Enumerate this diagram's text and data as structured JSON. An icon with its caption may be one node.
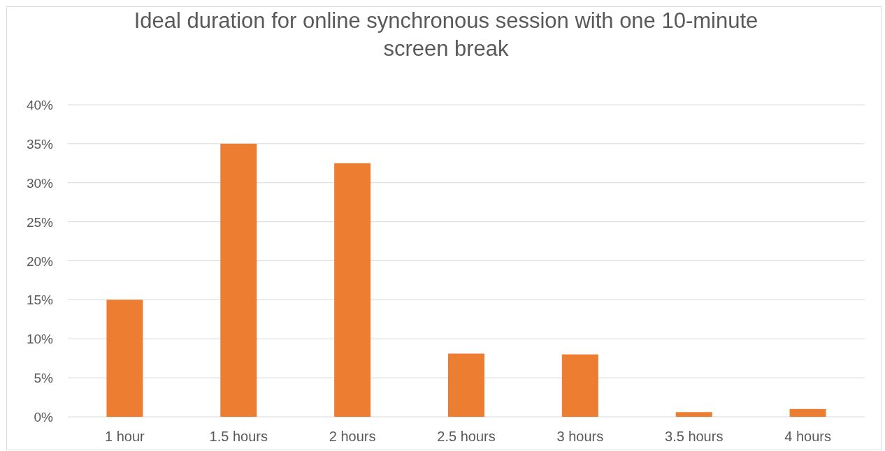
{
  "diagram": {
    "chart_data": {
      "type": "bar",
      "title": "Ideal duration for online synchronous session with one 10-minute screen break",
      "categories": [
        "1 hour",
        "1.5 hours",
        "2 hours",
        "2.5 hours",
        "3 hours",
        "3.5 hours",
        "4 hours"
      ],
      "series": [
        {
          "name": null,
          "color": "#ed7d31",
          "values": [
            0.15,
            0.35,
            0.325,
            0.081,
            0.08,
            0.006,
            0.01
          ]
        }
      ],
      "ylim": [
        0,
        0.4
      ],
      "grid": true,
      "yticks": [
        {
          "value": 0,
          "label": "0%"
        },
        {
          "value": 0.05,
          "label": "5%"
        },
        {
          "value": 0.1,
          "label": "10%"
        },
        {
          "value": 0.15,
          "label": "15%"
        },
        {
          "value": 0.2,
          "label": "20%"
        },
        {
          "value": 0.25,
          "label": "25%"
        },
        {
          "value": 0.3,
          "label": "30%"
        },
        {
          "value": 0.35,
          "label": "35%"
        },
        {
          "value": 0.4,
          "label": "40%"
        }
      ]
    }
  }
}
